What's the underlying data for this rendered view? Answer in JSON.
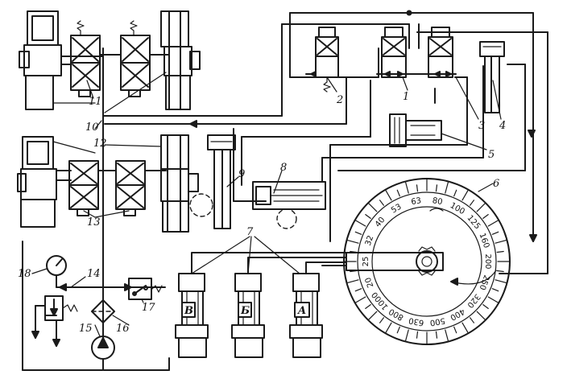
{
  "diagram": {
    "callouts": [
      "1",
      "2",
      "3",
      "4",
      "5",
      "6",
      "7",
      "8",
      "9",
      "10",
      "11",
      "12",
      "13",
      "14",
      "15",
      "16",
      "17",
      "18"
    ],
    "cylinder_letters": [
      "B",
      "Б",
      "A"
    ],
    "dial_numbers": [
      "32",
      "40",
      "53",
      "63",
      "80",
      "100",
      "125",
      "160",
      "200",
      "250",
      "320",
      "400",
      "500",
      "630",
      "800",
      "1000",
      "20",
      "25"
    ]
  }
}
